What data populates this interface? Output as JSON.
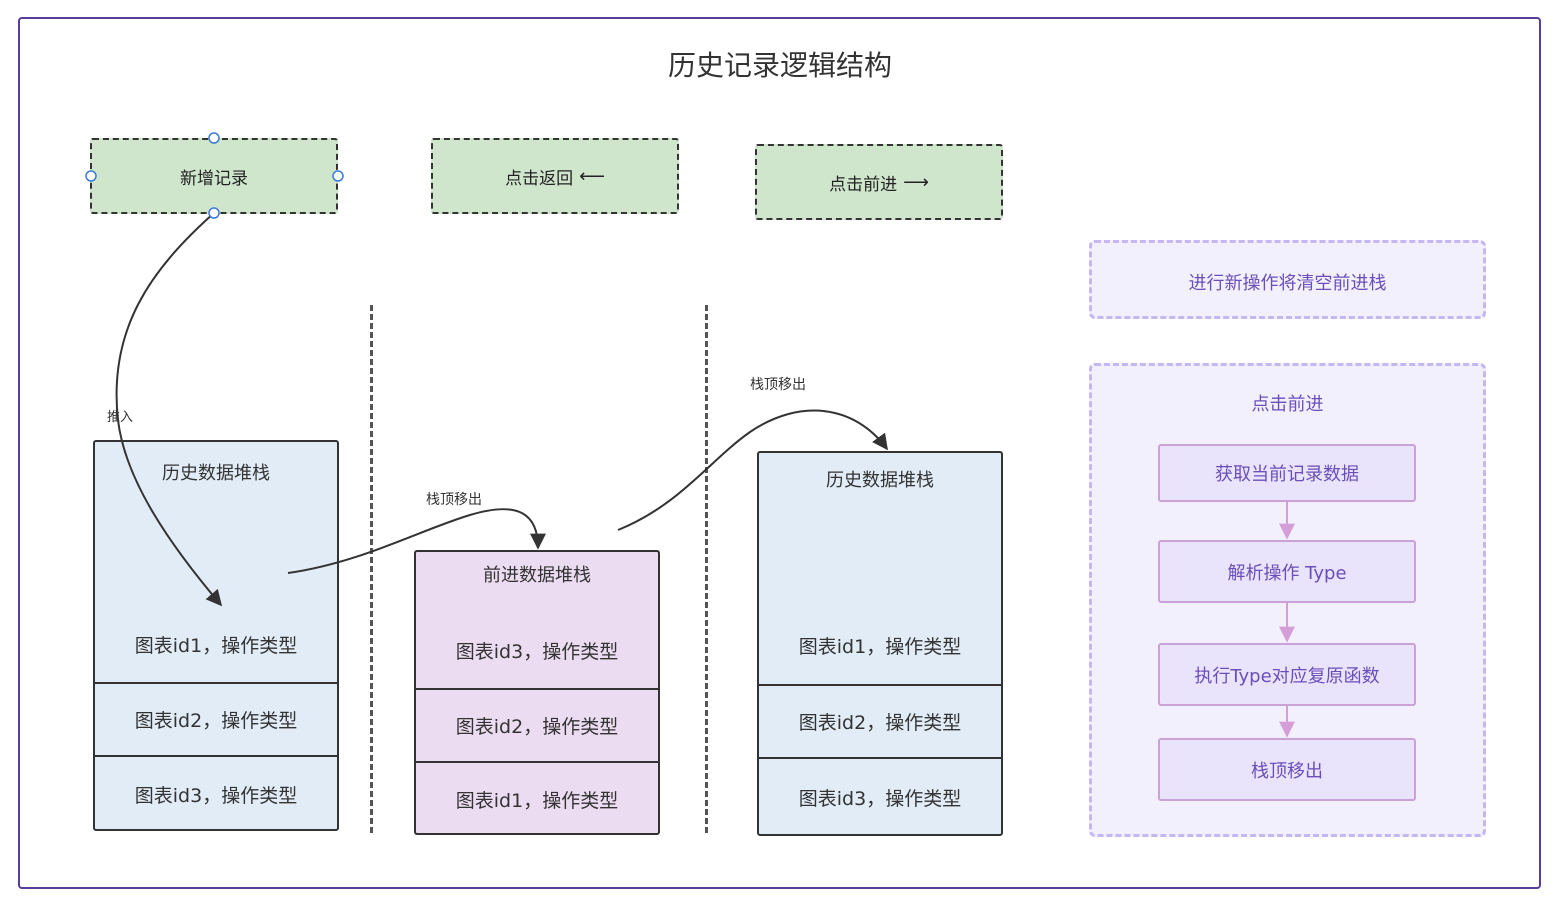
{
  "diagram": {
    "title": "历史记录逻辑结构",
    "buttons": {
      "add": "新增记录",
      "back": "点击返回",
      "back_arrow": "⟵",
      "forward": "点击前进",
      "forward_arrow": "⟶"
    },
    "stacks": {
      "history_left": {
        "title": "历史数据堆栈",
        "items": [
          "图表id1，操作类型",
          "图表id2，操作类型",
          "图表id3，操作类型"
        ]
      },
      "forward": {
        "title": "前进数据堆栈",
        "items": [
          "图表id3，操作类型",
          "图表id2，操作类型",
          "图表id1，操作类型"
        ]
      },
      "history_right": {
        "title": "历史数据堆栈",
        "items": [
          "图表id1，操作类型",
          "图表id2，操作类型",
          "图表id3，操作类型"
        ]
      }
    },
    "edges": {
      "push": "推入",
      "pop_to_forward": "栈顶移出",
      "pop_to_history": "栈顶移出"
    },
    "notes": {
      "clear_note": "进行新操作将清空前进栈",
      "forward_group_title": "点击前进",
      "steps": [
        "获取当前记录数据",
        "解析操作 Type",
        "执行Type对应复原函数",
        "栈顶移出"
      ]
    },
    "colors": {
      "frame": "#5b3d99",
      "button_fill": "#cfe6cc",
      "history_fill": "#e1ecf6",
      "forward_fill": "#ecdcf1",
      "note_fill": "#f3f0fd",
      "note_border": "#c5b8f2",
      "note_text": "#6a4fb8",
      "handle": "#3a7bd5"
    }
  }
}
